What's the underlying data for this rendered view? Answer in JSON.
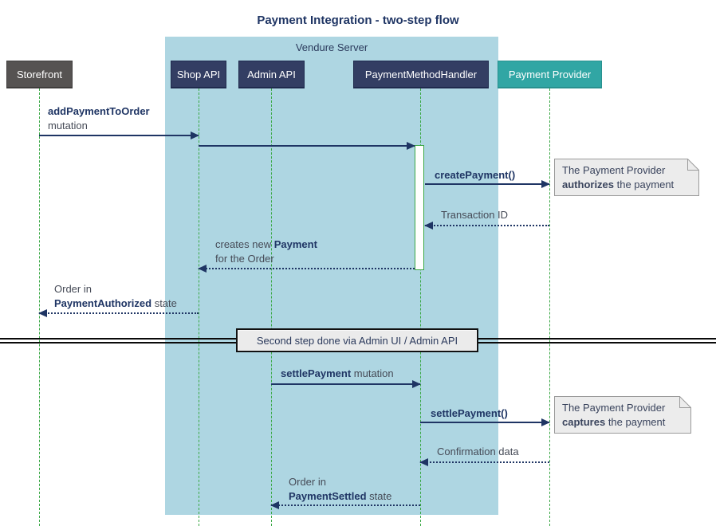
{
  "title": "Payment Integration - two-step flow",
  "frame": {
    "label": "Vendure Server"
  },
  "participants": [
    {
      "label": "Storefront"
    },
    {
      "label": "Shop API"
    },
    {
      "label": "Admin API"
    },
    {
      "label": "PaymentMethodHandler"
    },
    {
      "label": "Payment Provider"
    }
  ],
  "messages": {
    "add_payment": {
      "name": "addPaymentToOrder",
      "suffix": "mutation"
    },
    "create_payment": {
      "name": "createPayment()"
    },
    "transaction_id": {
      "label": "Transaction ID"
    },
    "creates_payment": {
      "prefix": "creates new ",
      "name": "Payment",
      "line2": "for the Order"
    },
    "order_authorized": {
      "line1": "Order in",
      "name": "PaymentAuthorized",
      "suffix": " state"
    },
    "settle_mutation": {
      "name": "settlePayment",
      "suffix": " mutation"
    },
    "settle_call": {
      "name": "settlePayment()"
    },
    "confirmation": {
      "label": "Confirmation data"
    },
    "order_settled": {
      "line1": "Order in",
      "name": "PaymentSettled",
      "suffix": " state"
    }
  },
  "notes": {
    "authorize": {
      "line1": "The Payment Provider",
      "emphasis": "authorizes",
      "suffix": " the payment"
    },
    "capture": {
      "line1": "The Payment Provider",
      "emphasis": "captures",
      "suffix": " the payment"
    }
  },
  "divider": {
    "label": "Second step done via Admin UI / Admin API"
  },
  "colors": {
    "navy": "#1f3564",
    "frame_fill": "#aed6e2",
    "participant_fill": "#333e63",
    "external_fill": "#565352",
    "provider_fill": "#31a6a4",
    "lifeline_green": "#3aa845",
    "note_fill": "#ececec",
    "divider_fill": "#ebebeb"
  }
}
